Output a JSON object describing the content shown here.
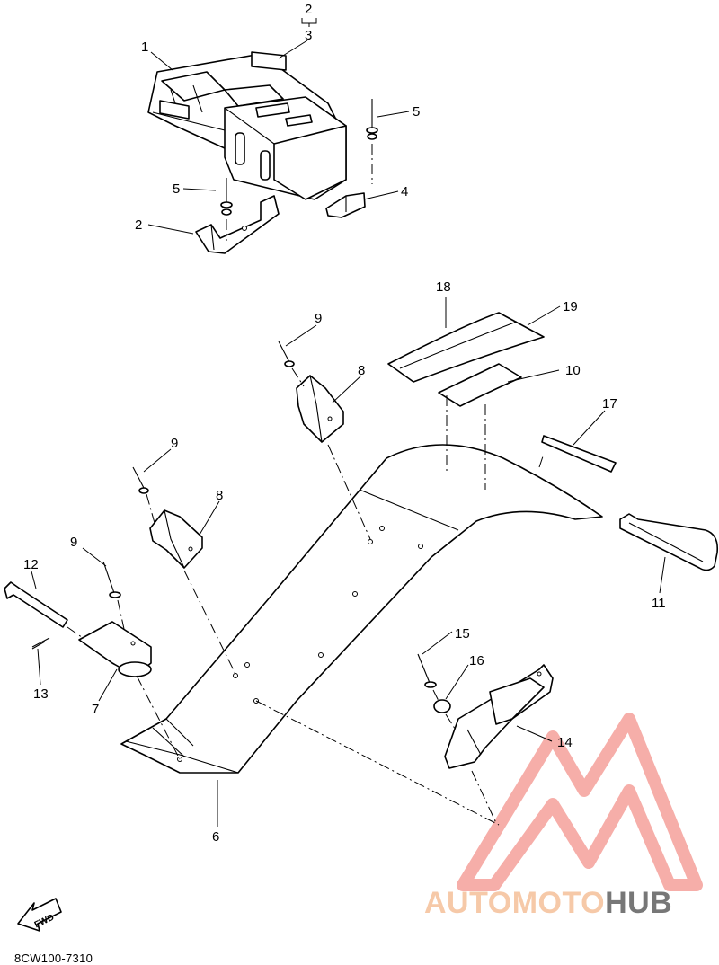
{
  "callouts": {
    "c1": "1",
    "c2a": "2",
    "c3": "3",
    "c2b": "2",
    "c4": "4",
    "c5a": "5",
    "c5b": "5",
    "c6": "6",
    "c7": "7",
    "c8a": "8",
    "c8b": "8",
    "c9a": "9",
    "c9b": "9",
    "c9c": "9",
    "c10": "10",
    "c11": "11",
    "c12": "12",
    "c13": "13",
    "c14": "14",
    "c15": "15",
    "c16": "16",
    "c17": "17",
    "c18": "18",
    "c19": "19"
  },
  "arrow": {
    "label": "FWD"
  },
  "figure_code": "8CW100-7310",
  "watermark": {
    "part_a": "AUTOMOTO",
    "part_b": "HUB",
    "logo_color": "#f4a09a",
    "text_color_a": "#f6c9a8",
    "text_color_b": "#777777"
  }
}
